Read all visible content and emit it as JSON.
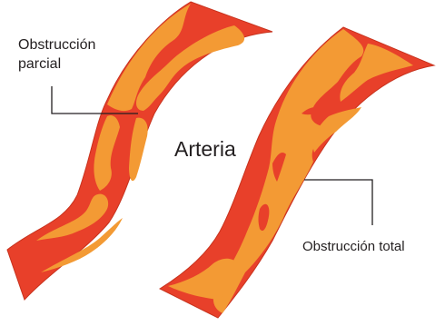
{
  "labels": {
    "partial": [
      "Obstrucción",
      "parcial"
    ],
    "center": "Arteria",
    "total": "Obstrucción total"
  },
  "colors": {
    "artery_wall": "#e8402a",
    "plaque": "#f39a34",
    "leader_line": "#231f20",
    "text": "#231f20"
  }
}
